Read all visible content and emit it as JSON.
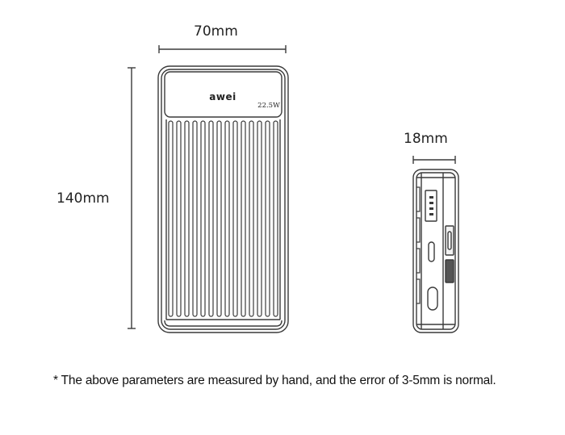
{
  "diagram": {
    "subject": "power bank dimension drawing",
    "front_view": {
      "brand_logo": "awei",
      "power_rating": "22.5W",
      "rib_count": 14,
      "width_label": "70mm",
      "height_label": "140mm"
    },
    "side_view": {
      "thickness_label": "18mm",
      "ports": [
        "usb-a-port",
        "usb-c-port",
        "micro-usb-port",
        "lightning-port",
        "power-button"
      ]
    },
    "footnote": "* The above parameters are measured by hand, and the error of 3-5mm is normal."
  },
  "colors": {
    "line": "#3a3a3a",
    "background": "#ffffff",
    "text": "#222222"
  }
}
